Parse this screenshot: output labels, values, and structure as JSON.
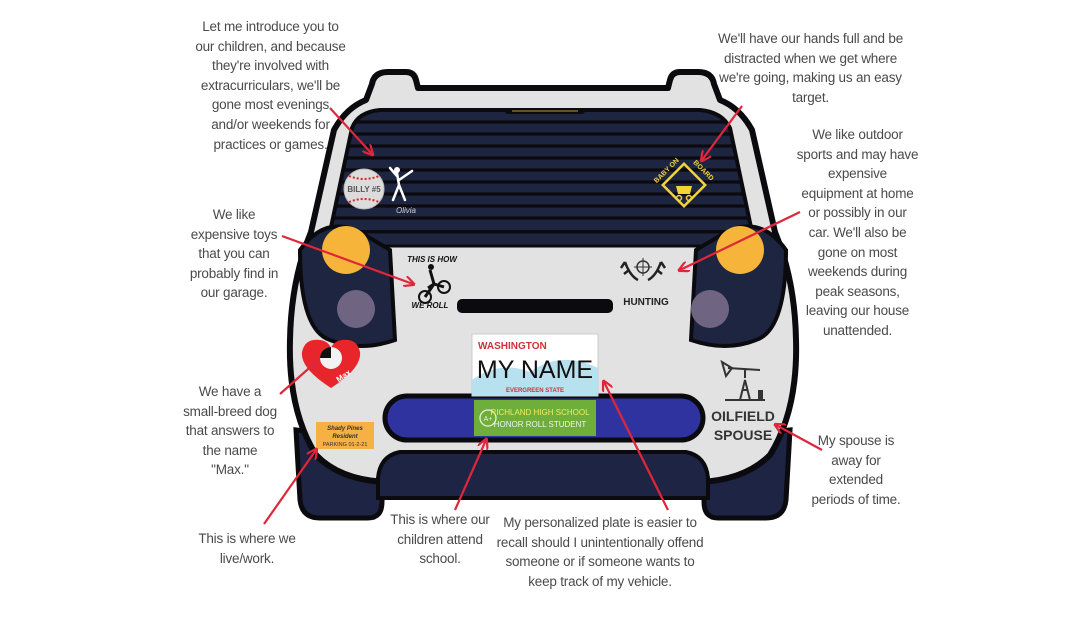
{
  "colors": {
    "car_body": "#e2e2e2",
    "car_outline": "#0b0b0f",
    "window": "#1e2540",
    "bumper_dark": "#1d2444",
    "taillight_amber": "#f6b43a",
    "taillight_purple": "#6f6582",
    "bumper_stripe": "#2f33a0",
    "arrow": "#e0263a",
    "caption_text": "#4a4a4a",
    "honor_roll_bg": "#6fae3a",
    "parking_bg": "#f6b043",
    "baby_board": "#f1d33a",
    "dog_heart": "#e8252b"
  },
  "captions": {
    "children": "Let me introduce you to\nour children, and because\nthey're involved with\nextracurriculars, we'll be\ngone most evenings\nand/or weekends for\npractices or games.",
    "baby": "We'll have our hands full and be\ndistracted when we get where\nwe're going, making us an easy\ntarget.",
    "outdoor": "We like outdoor\nsports and may have\nexpensive\nequipment at home\nor possibly in our\ncar. We'll also be\ngone on most\nweekends during\npeak seasons,\nleaving our house\nunattended.",
    "toys": "We like\nexpensive toys\nthat you can\nprobably find in\nour garage.",
    "dog": "We have a\nsmall-breed dog\nthat answers to\nthe name\n\"Max.\"",
    "live_work": "This is where we\nlive/work.",
    "school": "This is where our\nchildren attend\nschool.",
    "plate": "My personalized plate is easier to\nrecall should I unintentionally offend\nsomeone or if someone wants to\nkeep track of my vehicle.",
    "spouse": "My spouse is\naway for\nextended\nperiods of time."
  },
  "stickers": {
    "baseball": "BILLY #5",
    "ballerina_name": "Olivia",
    "baby_on_board_left": "BABY ON",
    "baby_on_board_right": "BOARD",
    "moto_top": "THIS IS HOW",
    "moto_bottom": "WE ROLL",
    "hunting": "HUNTING",
    "dog_name": "Max",
    "parking_line1": "Shady Pines",
    "parking_line2": "Resident",
    "parking_line3": "PARKING 01-2-21",
    "oilfield_line1": "OILFIELD",
    "oilfield_line2": "SPOUSE",
    "honor_line1": "RICHLAND HIGH SCHOOL",
    "honor_line2": "HONOR ROLL STUDENT",
    "honor_badge": "A+"
  },
  "plate": {
    "state": "WASHINGTON",
    "text": "MY NAME",
    "motto": "EVERGREEN STATE"
  }
}
